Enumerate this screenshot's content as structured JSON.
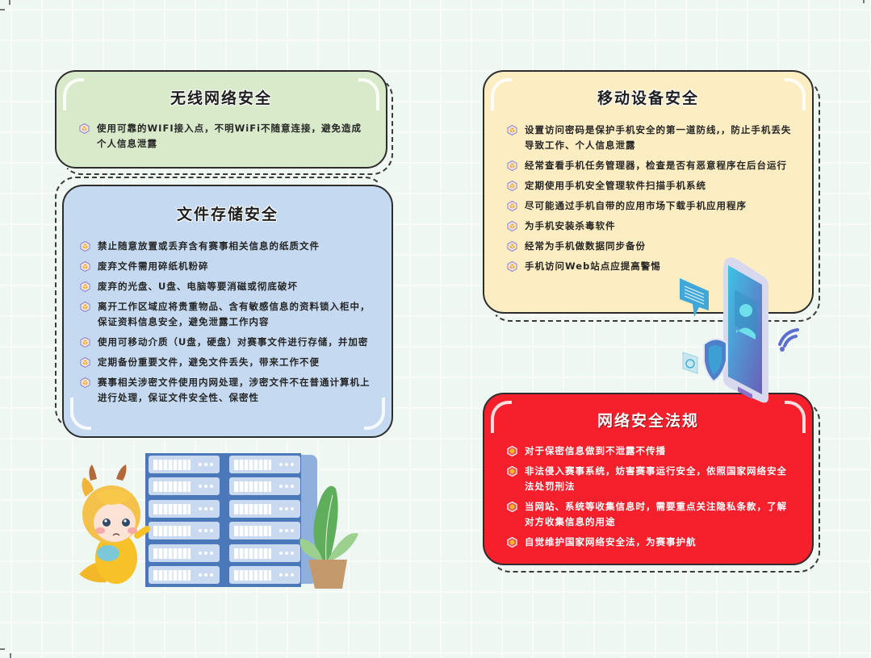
{
  "colors": {
    "background": "#eef7f2",
    "wireless_card": "#d9eacb",
    "file_card": "#c5daf0",
    "mobile_card": "#fdedc3",
    "law_card": "#f5202b",
    "bullet_accent": "#f7a928"
  },
  "cards": {
    "wireless": {
      "title": "无线网络安全",
      "items": [
        "使用可靠的WIFI接入点，不明WiFi不随意连接，避免造成个人信息泄露"
      ]
    },
    "file": {
      "title": "文件存储安全",
      "items": [
        "禁止随意放置或丢弃含有赛事相关信息的纸质文件",
        "废弃文件需用碎纸机粉碎",
        "废弃的光盘、U盘、电脑等要消磁或彻底破坏",
        "离开工作区域应将贵重物品、含有敏感信息的资料锁入柜中，保证资料信息安全，避免泄露工作内容",
        "使用可移动介质（U盘，硬盘）对赛事文件进行存储，并加密",
        "定期备份重要文件，避免文件丢失，带来工作不便",
        "赛事相关涉密文件使用内网处理，涉密文件不在普通计算机上进行处理，保证文件安全性、保密性"
      ]
    },
    "mobile": {
      "title": "移动设备安全",
      "items": [
        "设置访问密码是保护手机安全的第一道防线,，防止手机丢失导致工作、个人信息泄露",
        "经常查看手机任务管理器，检查是否有恶意程序在后台运行",
        "定期使用手机安全管理软件扫描手机系统",
        "尽可能通过手机自带的应用市场下载手机应用程序",
        "为手机安装杀毒软件",
        "经常为手机做数据同步备份",
        "手机访问Web站点应提高警惕"
      ]
    },
    "law": {
      "title": "网络安全法规",
      "items": [
        "对于保密信息做到不泄露不传播",
        "非法侵入赛事系统，妨害赛事运行安全，依照国家网络安全法处罚刑法",
        "当网站、系统等收集信息时，需要重点关注隐私条款，了解对方收集信息的用途",
        "自觉维护国家网络安全法，为赛事护航"
      ]
    }
  },
  "illustrations": {
    "mascot": "dragon-mascot-icon",
    "server_rack": "server-rack-icon",
    "plant": "potted-plant-icon",
    "phone": "smartphone-security-icon"
  }
}
